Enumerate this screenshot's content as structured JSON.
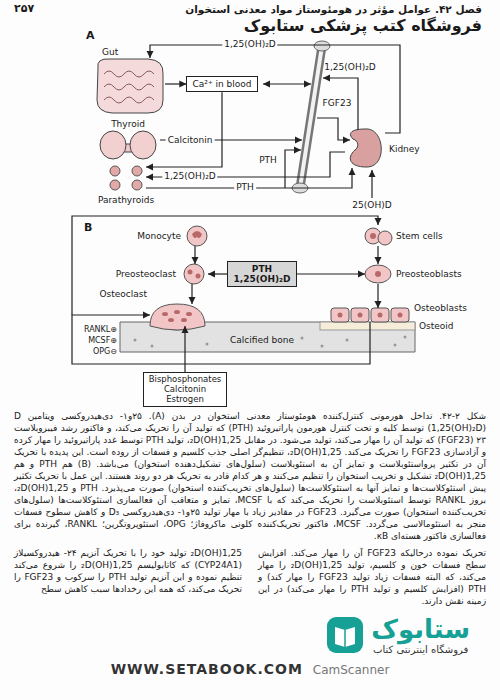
{
  "diagram": {
    "caption": "شکل ۲-۴۲. تداخل هورمونی کنترل‌کننده هومئوستاز معدنی استخوان در بدن (A). ۲۵و۱- دی‌هیدروکسی ویتامین D (1,25(OH)₂D) توسط کلیه و تحت کنترل هورمون پاراتیروئید (PTH) که تولید آن را تحریک می‌کند، و فاکتور رشد فیبروبلاست ۲۳ (FGF23) که تولید آن را مهار می‌کند، تولید می‌شود. در مقابل 1,25(OH)₂D، تولید PTH توسط غدد پاراتیروئید را مهار کرده و آزادسازی FGF23 را تحریک می‌کند. 1,25(OH)₂D، تنظیم‌گر اصلی جذب کلسیم و فسفات از روده است. این پدیده با تحریک آن در تکثیر پرواستئوبلاست و تمایز آن به استئوبلاست (سلول‌های تشکیل‌دهنده استخوان) می‌باشد. (B) هم PTH و هم 1,25(OH)₂D تشکیل و تخریب استخوان را تنظیم می‌کنند و هر کدام قادر به تحریک هر دو روند هستند. این عمل با تحریک تکثیر پیش استئوکلاست‌ها و تمایز آنها به استئوکلاست‌ها (سلول‌های تخریب‌کننده استخوان) صورت می‌پذیرد. PTH و 1,25(OH)₂D، بروز RANKL توسط استئوبلاست را تحریک می‌کند که با MCSF، تمایز و متعاقب آن فعالسازی استئوکلاست‌ها (سلول‌های تخریب‌کننده استخوان) صورت می‌گیرد. FGF23 در مقادیر زیاد با مهار تولید ۲۵و۱- دی‌هیدروکسی D₃ و کاهش سطوح فسفات منجر به استئومالاسی می‌گردد. MCSF، فاکتور تحریک‌کننده کلونی ماکروفاژ؛ OPG، استئوپروتگرین؛ RANKL، گیرنده برای فعالسازی فاکتور هسته‌ای κB.",
    "nodes": [
      {
        "text": [
          "Gut"
        ]
      },
      {
        "text": [
          "Ca²⁺ in blood"
        ]
      },
      {
        "text": [
          "Thyroid"
        ]
      },
      {
        "text": [
          "Parathyroids"
        ]
      },
      {
        "text": [
          "Kidney"
        ]
      },
      {
        "text": [
          "Monocyte"
        ]
      },
      {
        "text": [
          "Stem cells"
        ]
      },
      {
        "text": [
          "Preosteoclast"
        ]
      },
      {
        "text": [
          "PTH",
          "1,25(OH)₂D"
        ]
      },
      {
        "text": [
          "Preosteoblasts"
        ]
      },
      {
        "text": [
          "Osteoclast"
        ]
      },
      {
        "text": [
          "Osteoblasts"
        ]
      },
      {
        "text": [
          "Bisphosphonates Calcitonin Estrogen"
        ]
      }
    ],
    "edges": [
      {
        "from": 0,
        "to": 1,
        "arrow": "to"
      },
      {
        "from": 4,
        "to": 0,
        "label": "1,25(OH)₂D",
        "arrow": "to"
      },
      {
        "from": 1,
        "to": 3,
        "arrow": "to"
      },
      {
        "from": 4,
        "to": 3,
        "label": "1,25(OH)₂D",
        "arrow": "to"
      },
      {
        "from": 3,
        "to": 4,
        "label": "PTH",
        "arrow": "to"
      },
      {
        "from": 5,
        "to": 7,
        "arrow": "to"
      },
      {
        "from": 8,
        "to": 7,
        "arrow": "to"
      },
      {
        "from": 8,
        "to": 9,
        "arrow": "to"
      },
      {
        "from": 6,
        "to": 9,
        "arrow": "to"
      },
      {
        "from": 7,
        "to": 10,
        "arrow": "to"
      },
      {
        "from": 9,
        "to": 11,
        "arrow": "to"
      },
      {
        "from": 11,
        "to": 10,
        "arrow": "to"
      },
      {
        "from": 12,
        "to": 10,
        "arrow": "to"
      }
    ],
    "labels": [
      "۲۵۷",
      "فصل ۴۲. عوامل مؤثر در هومئوستاز مواد معدنی استخوان",
      "فروشگاه کتب پزشکی ستابوک",
      "A",
      "1,25(OH)₂D",
      "FGF23",
      "PTH",
      "Calcitonin",
      "25(OH)D",
      "B",
      "RANKL⊕",
      "MCSF⊕",
      "OPG⊖",
      "Osteoid",
      "Calcified bone",
      "تحریک نموده درحالیکه FGF23 آن را مهار می‌کند. افزایش سطح فسفات خون و کلسیم، تولید 1,25(OH)₂D را مهار می‌کند، که البته فسفات زیاد تولید FGF23 را مهار کند) و PTH (افزایش کلسیم و تولید PTH را مهار می‌کند) در این زمینه نقش دارند.",
      "1,25(OH)₂D تولید خود را با تحریک آنزیم ۲۴- هیدروکسیلاز (CYP24A1) که کاتابولیسم 1,25(OH)₂D را شروع می‌کند تنظیم نموده و این آنزیم تولید PTH را سرکوب و FGF23 را تحریک می‌کند، که همه این رخدادها سبب کاهش سطح",
      "ستابوک",
      "فروشگاه اینترنتی کتاب",
      "WWW.SETABOOK.COM",
      "CamScanner"
    ]
  }
}
